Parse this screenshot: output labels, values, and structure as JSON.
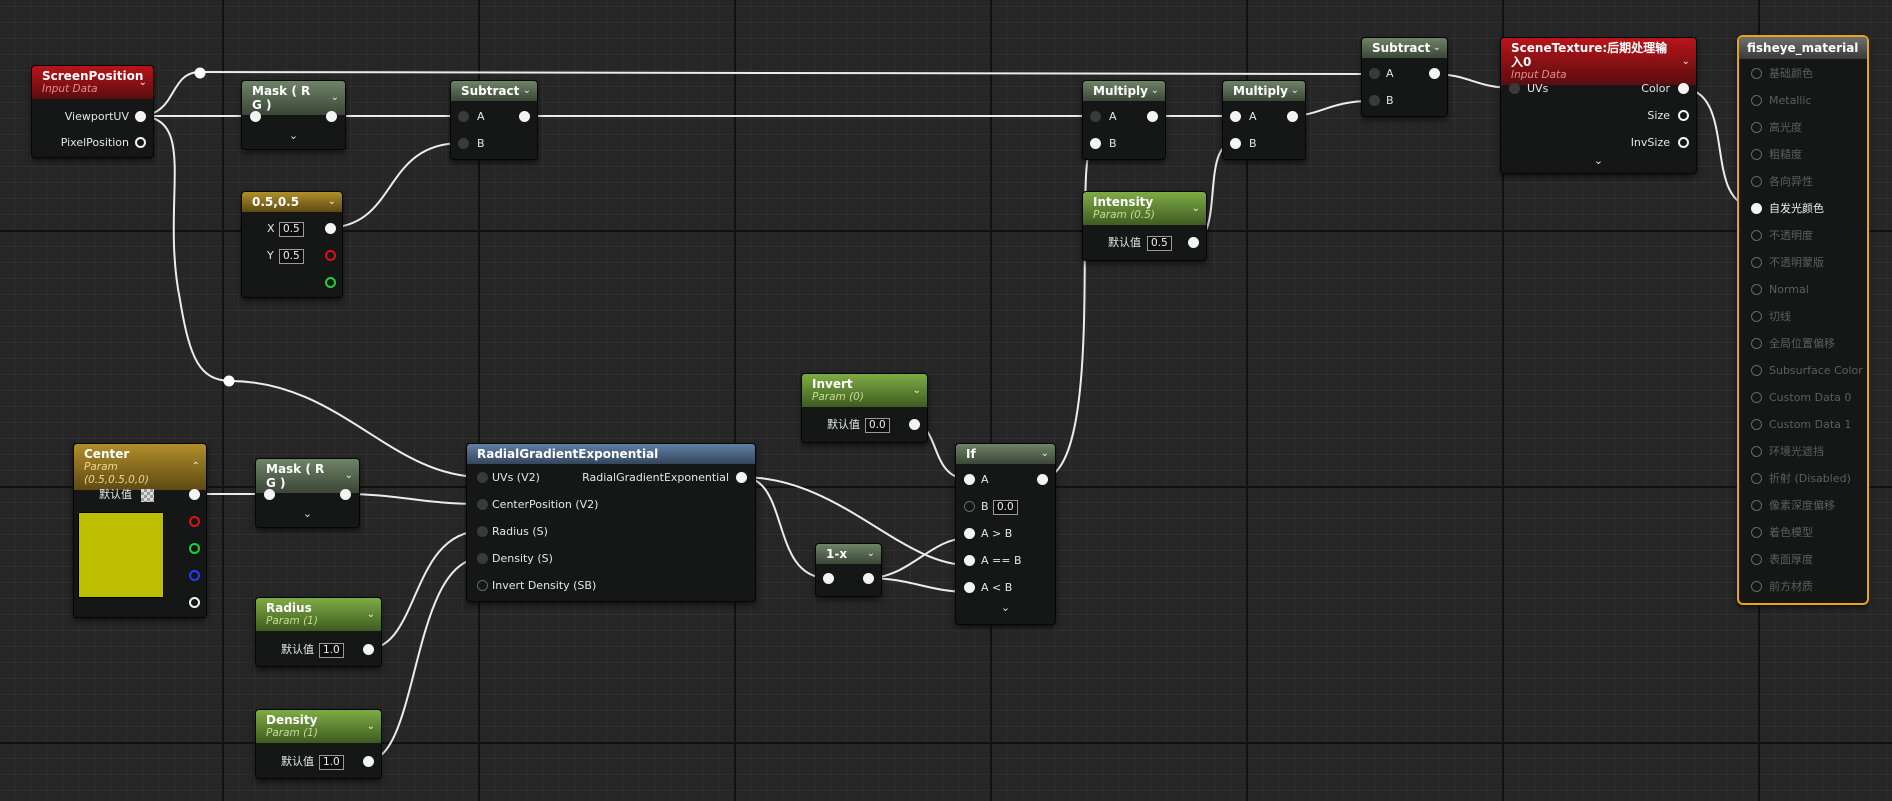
{
  "nodes": {
    "screen_position": {
      "title": "ScreenPosition",
      "subtitle": "Input Data",
      "pins": [
        "ViewportUV",
        "PixelPosition"
      ]
    },
    "mask_rg_top": {
      "title": "Mask ( R G )"
    },
    "subtract_top": {
      "title": "Subtract",
      "pin_a": "A",
      "pin_b": "B"
    },
    "const_05": {
      "title": "0.5,0.5",
      "x_label": "X",
      "x_value": "0.5",
      "y_label": "Y",
      "y_value": "0.5"
    },
    "multiply_1": {
      "title": "Multiply",
      "pin_a": "A",
      "pin_b": "B"
    },
    "multiply_2": {
      "title": "Multiply",
      "pin_a": "A",
      "pin_b": "B"
    },
    "intensity": {
      "title": "Intensity",
      "subtitle": "Param (0.5)",
      "default_label": "默认值",
      "default_value": "0.5"
    },
    "subtract_right": {
      "title": "Subtract",
      "pin_a": "A",
      "pin_b": "B"
    },
    "scene_texture": {
      "title": "SceneTexture:后期处理输入0",
      "subtitle": "Input Data",
      "input_uvs": "UVs",
      "outputs": [
        "Color",
        "Size",
        "InvSize"
      ]
    },
    "invert": {
      "title": "Invert",
      "subtitle": "Param (0)",
      "default_label": "默认值",
      "default_value": "0.0"
    },
    "center": {
      "title": "Center",
      "subtitle": "Param (0.5,0.5,0,0)",
      "default_label": "默认值",
      "swatch_color": "#bebe00"
    },
    "mask_rg_bottom": {
      "title": "Mask ( R G )"
    },
    "radial_gradient": {
      "title": "RadialGradientExponential",
      "inputs": [
        "UVs (V2)",
        "CenterPosition (V2)",
        "Radius (S)",
        "Density (S)",
        "Invert Density (SB)"
      ],
      "output": "RadialGradientExponential"
    },
    "one_minus_x": {
      "title": "1-x"
    },
    "if_node": {
      "title": "If",
      "pins": [
        "A",
        "B",
        "A > B",
        "A == B",
        "A < B"
      ],
      "b_value": "0.0"
    },
    "radius": {
      "title": "Radius",
      "subtitle": "Param (1)",
      "default_label": "默认值",
      "default_value": "1.0"
    },
    "density": {
      "title": "Density",
      "subtitle": "Param (1)",
      "default_label": "默认值",
      "default_value": "1.0"
    }
  },
  "material_output": {
    "title": "fisheye_material",
    "accent_color": "#e8a515",
    "rows": [
      {
        "label": "基础颜色",
        "active": false
      },
      {
        "label": "Metallic",
        "active": false
      },
      {
        "label": "高光度",
        "active": false
      },
      {
        "label": "粗糙度",
        "active": false
      },
      {
        "label": "各向异性",
        "active": false
      },
      {
        "label": "自发光颜色",
        "active": true
      },
      {
        "label": "不透明度",
        "active": false
      },
      {
        "label": "不透明蒙版",
        "active": false
      },
      {
        "label": "Normal",
        "active": false
      },
      {
        "label": "切线",
        "active": false
      },
      {
        "label": "全局位置偏移",
        "active": false
      },
      {
        "label": "Subsurface Color",
        "active": false
      },
      {
        "label": "Custom Data 0",
        "active": false
      },
      {
        "label": "Custom Data 1",
        "active": false
      },
      {
        "label": "环境光遮挡",
        "active": false
      },
      {
        "label": "折射 (Disabled)",
        "active": false
      },
      {
        "label": "像素深度偏移",
        "active": false
      },
      {
        "label": "着色模型",
        "active": false
      },
      {
        "label": "表面厚度",
        "active": false
      },
      {
        "label": "前方材质",
        "active": false
      }
    ]
  },
  "icons": {
    "collapse": "chevron-down-icon",
    "expand": "chevron-down-icon",
    "center_collapse": "chevron-up-icon"
  }
}
